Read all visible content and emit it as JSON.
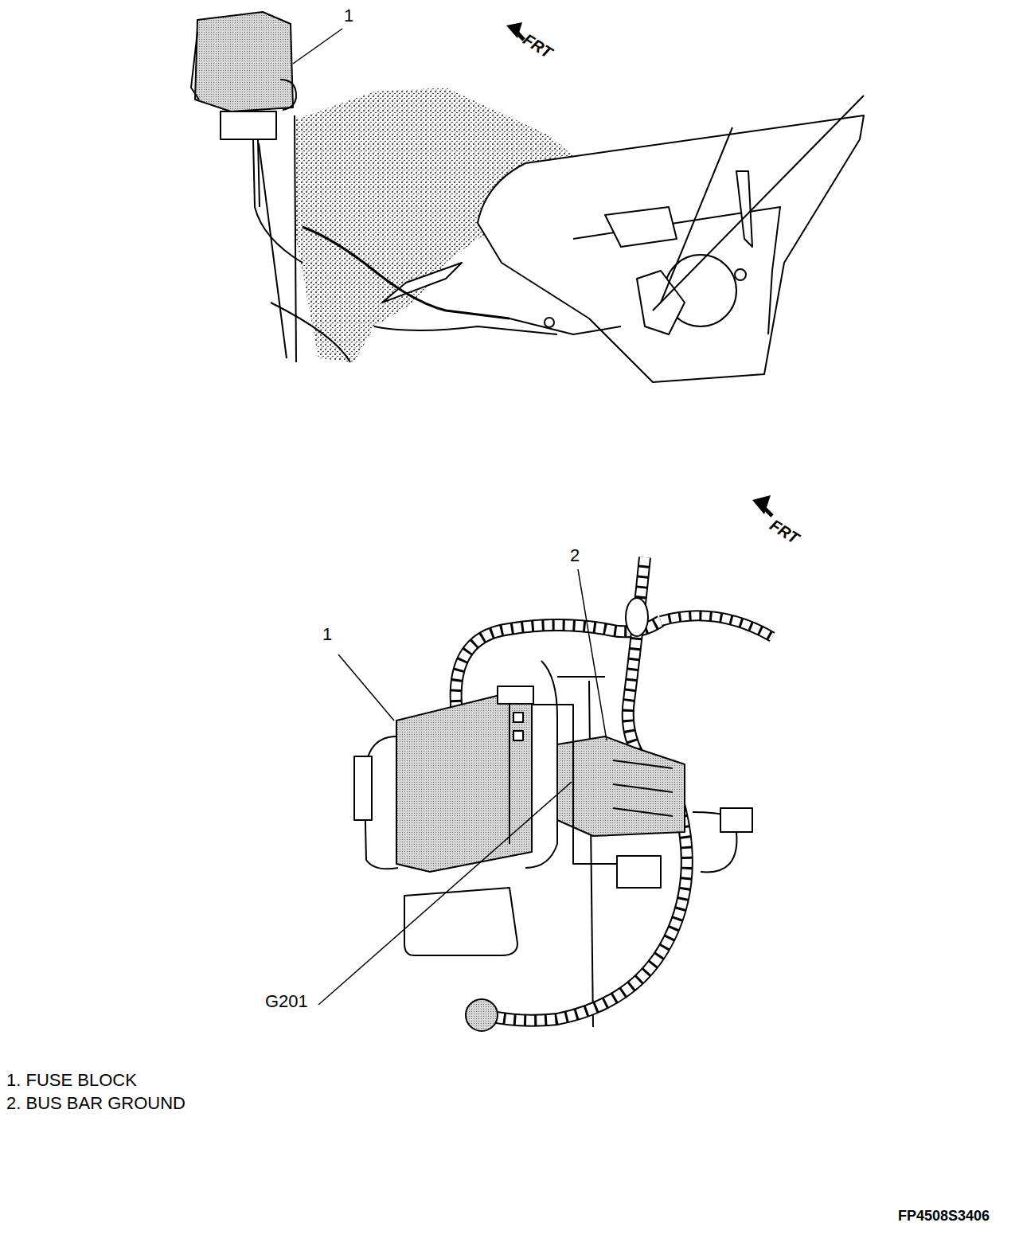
{
  "diagram": {
    "labels": [
      "1",
      "FRT",
      "2",
      "1",
      "FRT",
      "G201",
      "1. FUSE BLOCK",
      "2. BUS BAR GROUND",
      "FP4508S3406"
    ]
  }
}
